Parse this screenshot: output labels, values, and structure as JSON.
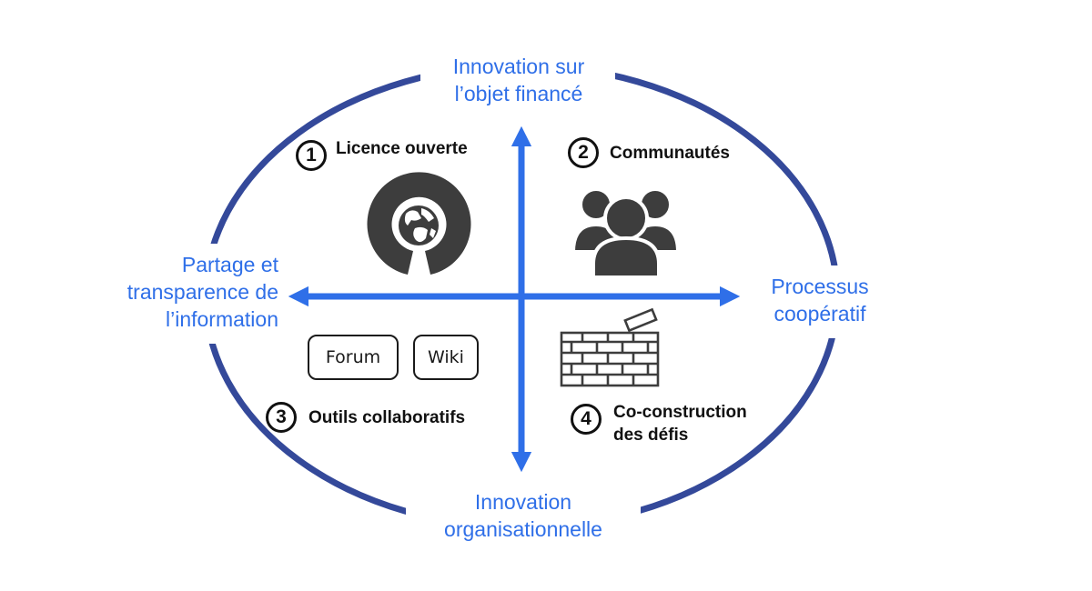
{
  "axes": {
    "top": [
      "Innovation sur",
      "l’objet financé"
    ],
    "bottom": [
      "Innovation",
      "organisationnelle"
    ],
    "left": [
      "Partage et",
      "transparence de",
      "l’information"
    ],
    "right": [
      "Processus",
      "coopératif"
    ]
  },
  "quadrants": [
    {
      "number": "1",
      "title": [
        "Licence ouverte"
      ],
      "icon": "open-source-icon"
    },
    {
      "number": "2",
      "title": [
        "Communautés"
      ],
      "icon": "community-people-icon"
    },
    {
      "number": "3",
      "title": [
        "Outils collaboratifs"
      ],
      "icon": "forum-wiki-tools",
      "tools": [
        "Forum",
        "Wiki"
      ]
    },
    {
      "number": "4",
      "title": [
        "Co-construction",
        "des défis"
      ],
      "icon": "brick-wall-icon"
    }
  ],
  "colors": {
    "ellipse": "#34499a",
    "axis": "#2f6fe8",
    "label": "#2f6fe8",
    "icon": "#3d3d3d",
    "text": "#111111"
  }
}
